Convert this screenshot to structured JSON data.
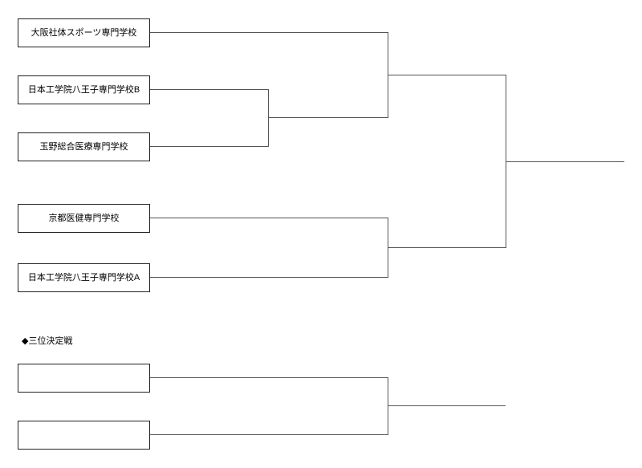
{
  "bracket": {
    "teams": [
      {
        "name": "大阪社体スポーツ専門学校"
      },
      {
        "name": "日本工学院八王子専門学校B"
      },
      {
        "name": "玉野総合医療専門学校"
      },
      {
        "name": "京都医健専門学校"
      },
      {
        "name": "日本工学院八王子専門学校A"
      }
    ]
  },
  "third_place_match": {
    "label": "◆三位決定戦",
    "slot1": "",
    "slot2": ""
  },
  "colors": {
    "background": "#ffffff",
    "box_border": "#222222",
    "connector": "#555555",
    "text": "#000000"
  }
}
